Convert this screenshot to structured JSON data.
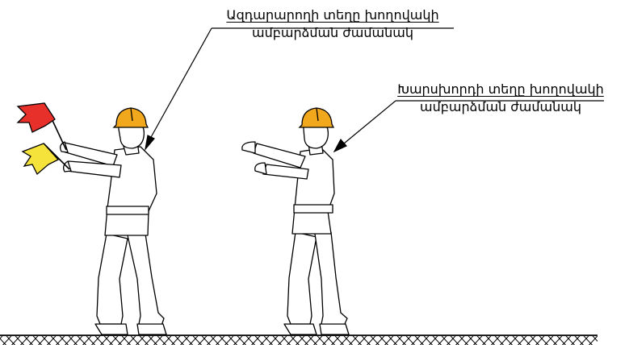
{
  "labels": {
    "signalman": {
      "line1": "Ազդարարողի տեղը խողովակի",
      "line2": "ամբարձման ժամանակ"
    },
    "crane_operator": {
      "line1": "Խարսխորդի տեղը խողովակի",
      "line2": "ամբարձման ժամանակ"
    }
  },
  "colors": {
    "helmet": "#F2A81D",
    "flag_red": "#E8302A",
    "flag_yellow": "#F5E33B",
    "line": "#000000",
    "background": "#ffffff"
  }
}
